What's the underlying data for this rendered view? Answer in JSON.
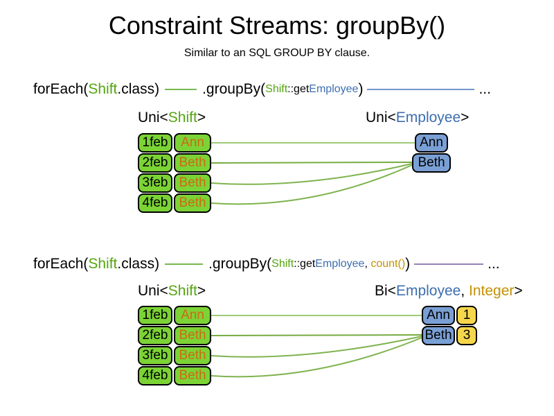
{
  "title": "Constraint Streams: groupBy()",
  "subtitle": "Similar to an SQL GROUP BY clause.",
  "colors": {
    "green_fill": "#7bd335",
    "blue_fill": "#7a9fd4",
    "yellow_fill": "#f6d74c",
    "green_text": "#55a50f",
    "blue_text": "#3c6eb0",
    "gold_text": "#c49102",
    "orange_text": "#cd6a14",
    "line_green": "#7fb34e",
    "line_blue": "#7395c9",
    "line_purple": "#9683b5"
  },
  "code1": {
    "foreach_pre": "forEach(",
    "foreach_type": "Shift",
    "foreach_post": ".class)",
    "groupby_pre": ".groupBy(",
    "arg_class": "Shift",
    "arg_method": "::get",
    "arg_type": "Employee",
    "groupby_post": ")",
    "ellipsis": "..."
  },
  "code2": {
    "foreach_pre": "forEach(",
    "foreach_type": "Shift",
    "foreach_post": ".class)",
    "groupby_pre": ".groupBy(",
    "arg_class": "Shift",
    "arg_method": "::get",
    "arg_type": "Employee",
    "arg_sep": ", ",
    "arg_count": "count()",
    "groupby_post": ")",
    "ellipsis": "..."
  },
  "diagram1": {
    "left_label": {
      "pre": "Uni<",
      "type": "Shift",
      "post": ">"
    },
    "right_label": {
      "pre": "Uni<",
      "type": "Employee",
      "post": ">"
    },
    "rows": [
      {
        "date": "1feb",
        "name": "Ann"
      },
      {
        "date": "2feb",
        "name": "Beth"
      },
      {
        "date": "3feb",
        "name": "Beth"
      },
      {
        "date": "4feb",
        "name": "Beth"
      }
    ],
    "groups": [
      {
        "name": "Ann"
      },
      {
        "name": "Beth"
      }
    ]
  },
  "diagram2": {
    "left_label": {
      "pre": "Uni<",
      "type": "Shift",
      "post": ">"
    },
    "right_label": {
      "pre": "Bi<",
      "type1": "Employee",
      "sep": ", ",
      "type2": "Integer",
      "post": ">"
    },
    "rows": [
      {
        "date": "1feb",
        "name": "Ann"
      },
      {
        "date": "2feb",
        "name": "Beth"
      },
      {
        "date": "3feb",
        "name": "Beth"
      },
      {
        "date": "4feb",
        "name": "Beth"
      }
    ],
    "groups": [
      {
        "name": "Ann",
        "count": "1"
      },
      {
        "name": "Beth",
        "count": "3"
      }
    ]
  }
}
